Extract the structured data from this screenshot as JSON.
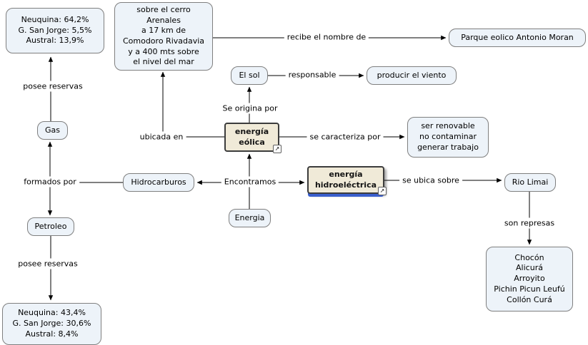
{
  "nodes": {
    "gas_reserves": "Neuquina: 64,2%\nG. San Jorge: 5,5%\nAustral: 13,9%",
    "cerro": "sobre el cerro\nArenales\na 17 km de\nComodoro Rivadavia\ny a 400 mts sobre\nel nivel del mar",
    "el_sol": "El sol",
    "producir_viento": "producir el viento",
    "parque": "Parque eolico Antonio Moran",
    "gas": "Gas",
    "energia_eolica": "energía\neólica",
    "caracteristicas": "ser renovable\nno contaminar\ngenerar trabajo",
    "hidrocarburos": "Hidrocarburos",
    "energia_hidroelectrica": "energía\nhidroeléctrica",
    "rio_limai": "Rio Limai",
    "energia": "Energia",
    "petroleo": "Petroleo",
    "represas": "Chocón\nAlicurá\nArroyito\nPichin Picun Leufú\nCollón Curá",
    "petroleo_reserves": "Neuquina: 43,4%\nG. San Jorge: 30,6%\nAustral: 8,4%"
  },
  "labels": {
    "posee_reservas_gas": "posee reservas",
    "recibe_nombre": "recibe el nombre de",
    "responsable": "responsable",
    "se_origina": "Se origina por",
    "ubicada_en": "ubicada en",
    "se_caracteriza": "se caracteriza por",
    "formados_por": "formados por",
    "encontramos": "Encontramos",
    "se_ubica_sobre": "se ubica sobre",
    "son_represas": "son represas",
    "posee_reservas_petroleo": "posee reservas"
  },
  "icons": {
    "resource_link": "↗"
  },
  "colors": {
    "node_bg": "#edf3f9",
    "node_border": "#7f7f7f",
    "highlight_bg": "#f0ead8",
    "highlight_border": "#3c3c3c",
    "selection_blue": "#3a5fcd",
    "line": "#000000"
  }
}
